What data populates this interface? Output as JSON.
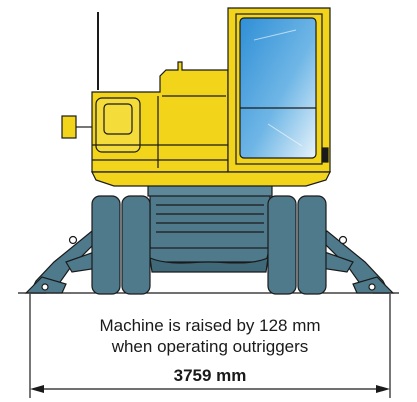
{
  "caption": {
    "line1": "Machine is raised by 128 mm",
    "line2": "when operating outriggers"
  },
  "dimension": {
    "width_label": "3759 mm"
  },
  "colors": {
    "body_yellow": "#f2d51a",
    "undercarriage_blue": "#4f7a8c",
    "outline": "#1a1a1a",
    "glass": "#4a9fd8"
  }
}
